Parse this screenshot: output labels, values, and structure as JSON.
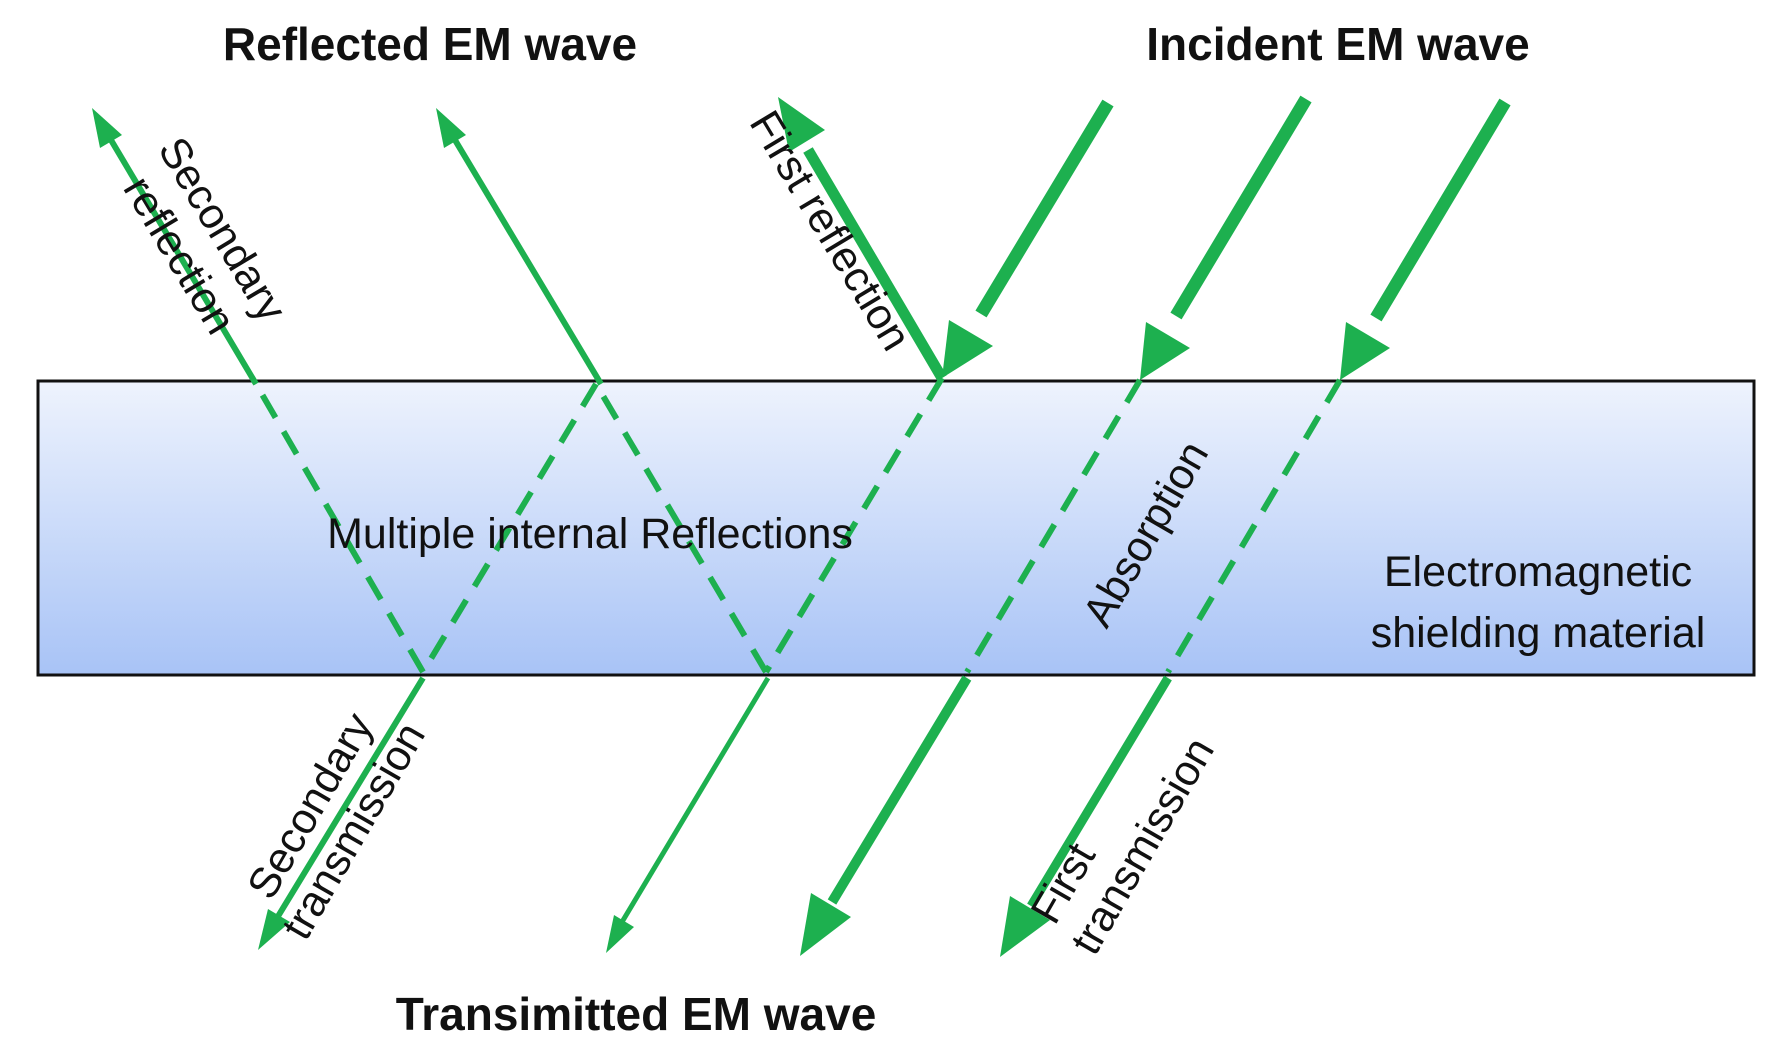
{
  "headings": {
    "reflected": "Reflected EM wave",
    "incident": "Incident EM wave",
    "transmitted": "Transimitted EM wave"
  },
  "labels": {
    "secondary_reflection_line1": "Secondary",
    "secondary_reflection_line2": "reflection",
    "first_reflection": "First reflection",
    "multiple_internal": "Multiple internal Reflections",
    "absorption": "Absorption",
    "material_line1": "Electromagnetic",
    "material_line2": "shielding material",
    "secondary_transmission_line1": "Secondary",
    "secondary_transmission_line2": "transmission",
    "first_transmission_line1": "First",
    "first_transmission_line2": "transmission"
  },
  "colors": {
    "wave": "#1db04f",
    "material_top": "#eef3fd",
    "material_bottom": "#a8c3f6",
    "material_border": "#111111"
  }
}
